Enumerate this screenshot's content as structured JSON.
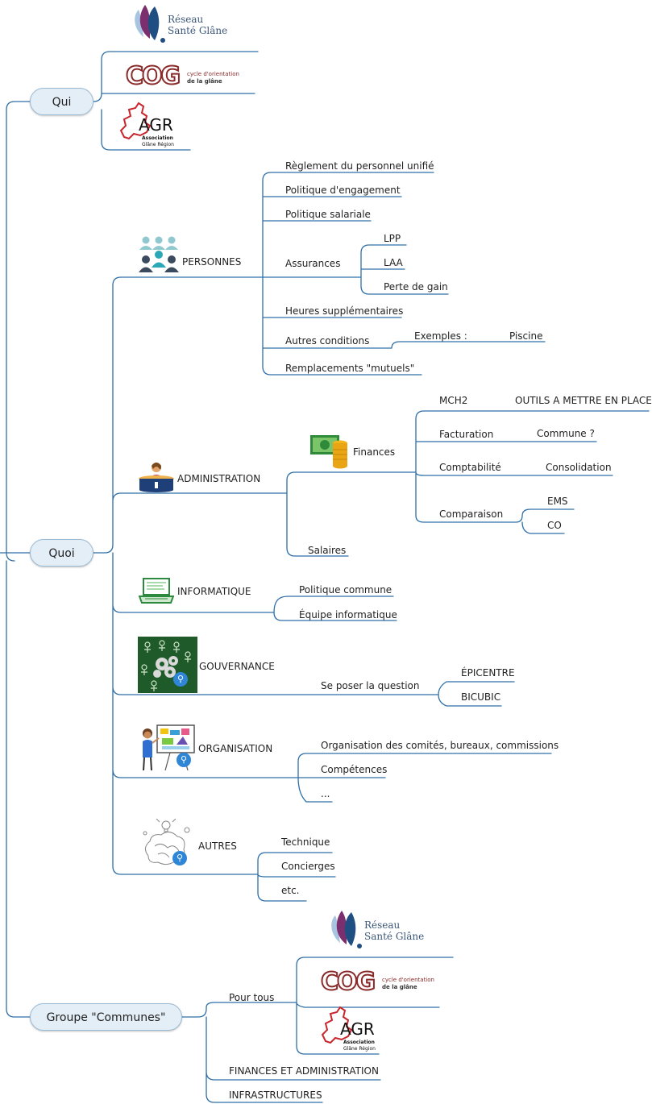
{
  "roots": {
    "qui": "Qui",
    "quoi": "Quoi",
    "groupe": "Groupe \"Communes\""
  },
  "logos": {
    "rsg_line1": "Réseau",
    "rsg_line2": "Santé Glâne",
    "cog_mark": "COG",
    "cog_line1": "cycle d'orientation",
    "cog_line2": "de la glâne",
    "agr_mark": "AGR",
    "agr_line1": "Association",
    "agr_line2": "Glâne Région"
  },
  "personnes": {
    "label": "PERSONNES",
    "items": {
      "reglement": "Règlement du personnel unifié",
      "engagement": "Politique d'engagement",
      "salariale": "Politique salariale",
      "assurances": "Assurances",
      "lpp": "LPP",
      "laa": "LAA",
      "perte": "Perte de gain",
      "heures": "Heures supplémentaires",
      "autres": "Autres conditions",
      "exemples": "Exemples :",
      "piscine": "Piscine",
      "remplacements": "Remplacements \"mutuels\""
    }
  },
  "administration": {
    "label": "ADMINISTRATION",
    "finances": "Finances",
    "mch2": "MCH2",
    "outils": "OUTILS A METTRE EN PLACE",
    "facturation": "Facturation",
    "commune_q": "Commune ?",
    "comptabilite": "Comptabilité",
    "consolidation": "Consolidation",
    "comparaison": "Comparaison",
    "ems": "EMS",
    "co": "CO",
    "salaires": "Salaires"
  },
  "informatique": {
    "label": "INFORMATIQUE",
    "politique": "Politique commune",
    "equipe": "Équipe informatique"
  },
  "gouvernance": {
    "label": "GOUVERNANCE",
    "question": "Se poser la question",
    "epicentre": "ÉPICENTRE",
    "bicubic": "BICUBIC"
  },
  "organisation": {
    "label": "ORGANISATION",
    "comites": "Organisation des comités, bureaux, commissions",
    "competences": "Compétences",
    "ellipsis": "..."
  },
  "autres": {
    "label": "AUTRES",
    "technique": "Technique",
    "concierges": "Concierges",
    "etc": "etc."
  },
  "groupe": {
    "pour_tous": "Pour tous",
    "finances_admin": "FINANCES ET ADMINISTRATION",
    "infrastructures": "INFRASTRUCTURES"
  },
  "colors": {
    "line": "#2e6fa8",
    "node_fill": "#e4eef7",
    "node_border": "#9bbbd4"
  }
}
